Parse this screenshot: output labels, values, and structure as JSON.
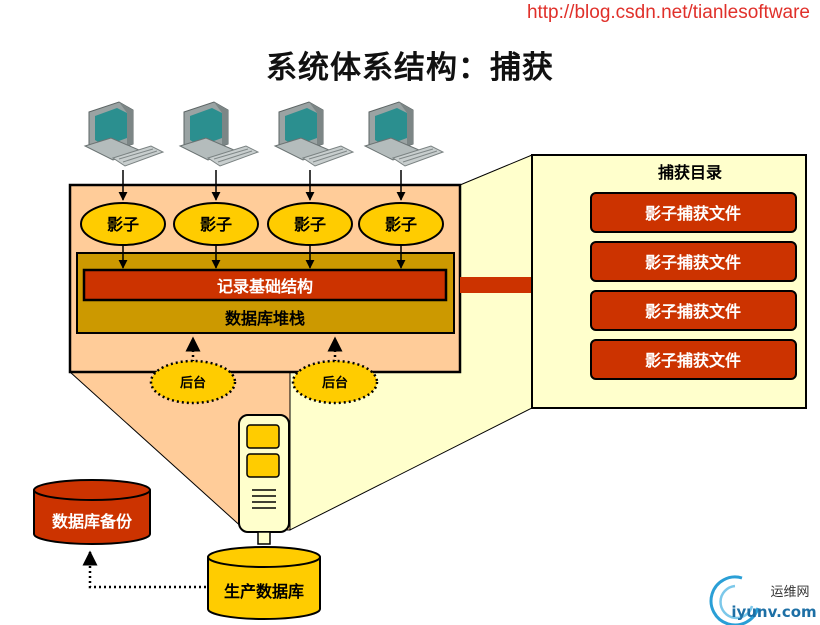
{
  "header": {
    "url": "http://blog.csdn.net/tianlesoftware",
    "title": "系统体系结构：捕获"
  },
  "shadows": [
    {
      "label": "影子"
    },
    {
      "label": "影子"
    },
    {
      "label": "影子"
    },
    {
      "label": "影子"
    }
  ],
  "core": {
    "record_structure": "记录基础结构",
    "db_stack": "数据库堆栈"
  },
  "background_processes": [
    {
      "label": "后台"
    },
    {
      "label": "后台"
    }
  ],
  "capture_directory": {
    "title": "捕获目录",
    "files": [
      {
        "label": "影子捕获文件"
      },
      {
        "label": "影子捕获文件"
      },
      {
        "label": "影子捕获文件"
      },
      {
        "label": "影子捕获文件"
      }
    ]
  },
  "databases": {
    "backup": "数据库备份",
    "production": "生产数据库"
  },
  "watermark": {
    "cn": "运维网",
    "en": "iyunv.com"
  },
  "colors": {
    "peach": "#ffcc99",
    "gold": "#cc9900",
    "red": "#cc3300",
    "yellow": "#ffcc00",
    "light_yellow": "#ffffcc",
    "url": "#e0302a"
  }
}
